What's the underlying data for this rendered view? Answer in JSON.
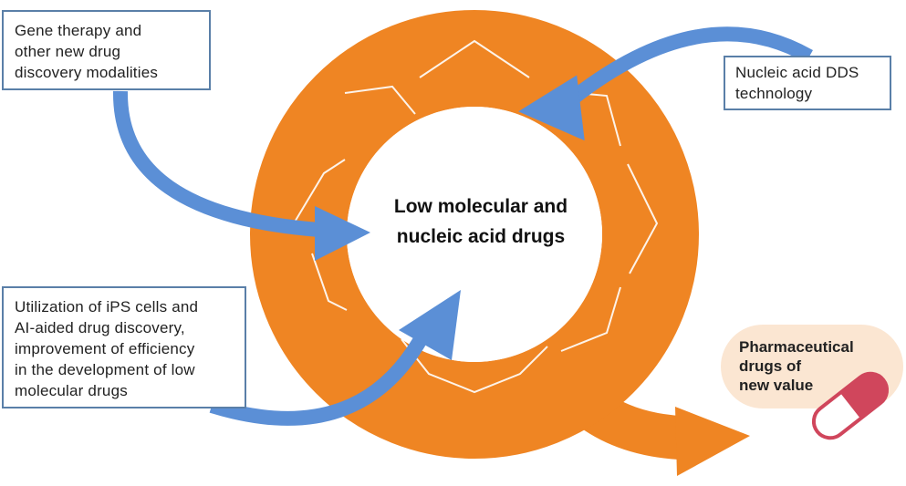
{
  "center": {
    "title": "Low molecular and\nnucleic acid drugs"
  },
  "callouts": {
    "gene_therapy": "Gene therapy and\nother new drug\ndiscovery modalities",
    "dds": "Nucleic acid DDS\ntechnology",
    "ips_ai": "Utilization of iPS cells and\nAI-aided drug discovery,\nimprovement of efficiency\nin the development of low\nmolecular drugs"
  },
  "output": {
    "label": "Pharmaceutical\ndrugs of\nnew value",
    "icon": "capsule-icon"
  },
  "colors": {
    "ring": "#ef8523",
    "arrow_blue": "#5b8fd6",
    "capsule_red": "#d0465c",
    "output_bg": "#fbe6d2",
    "box_border": "#5a7fa8"
  }
}
